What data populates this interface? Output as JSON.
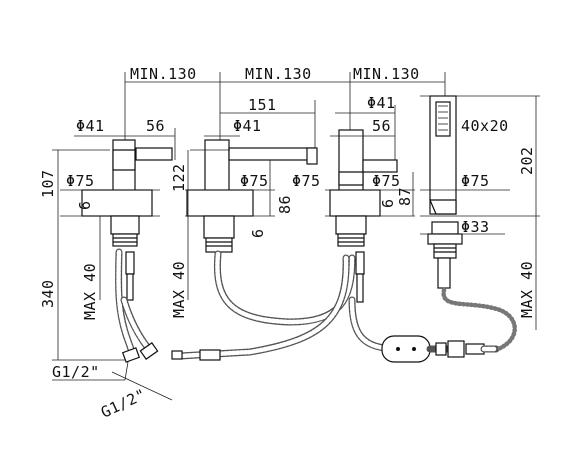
{
  "dimensions": {
    "min130_a": "MIN.130",
    "min130_b": "MIN.130",
    "min130_c": "MIN.130",
    "d151": "151",
    "phi41_a": "Φ41",
    "d56_a": "56",
    "phi41_b": "Φ41",
    "phi41_c": "Φ41",
    "d56_b": "56",
    "d40x20": "40x20",
    "d107": "107",
    "d122": "122",
    "d202": "202",
    "phi75_a": "Φ75",
    "phi75_b": "Φ75",
    "phi75_c": "Φ75",
    "phi75_d": "Φ75",
    "d6_a": "6",
    "d6_b": "6",
    "d86": "86",
    "d87": "87",
    "d6_c": "6",
    "phi33": "Φ33",
    "d340": "340",
    "max40_a": "MAX 40",
    "max40_b": "MAX 40",
    "max40_c": "MAX 40",
    "g12_a": "G1/2\"",
    "g12_b": "G1/2\""
  }
}
